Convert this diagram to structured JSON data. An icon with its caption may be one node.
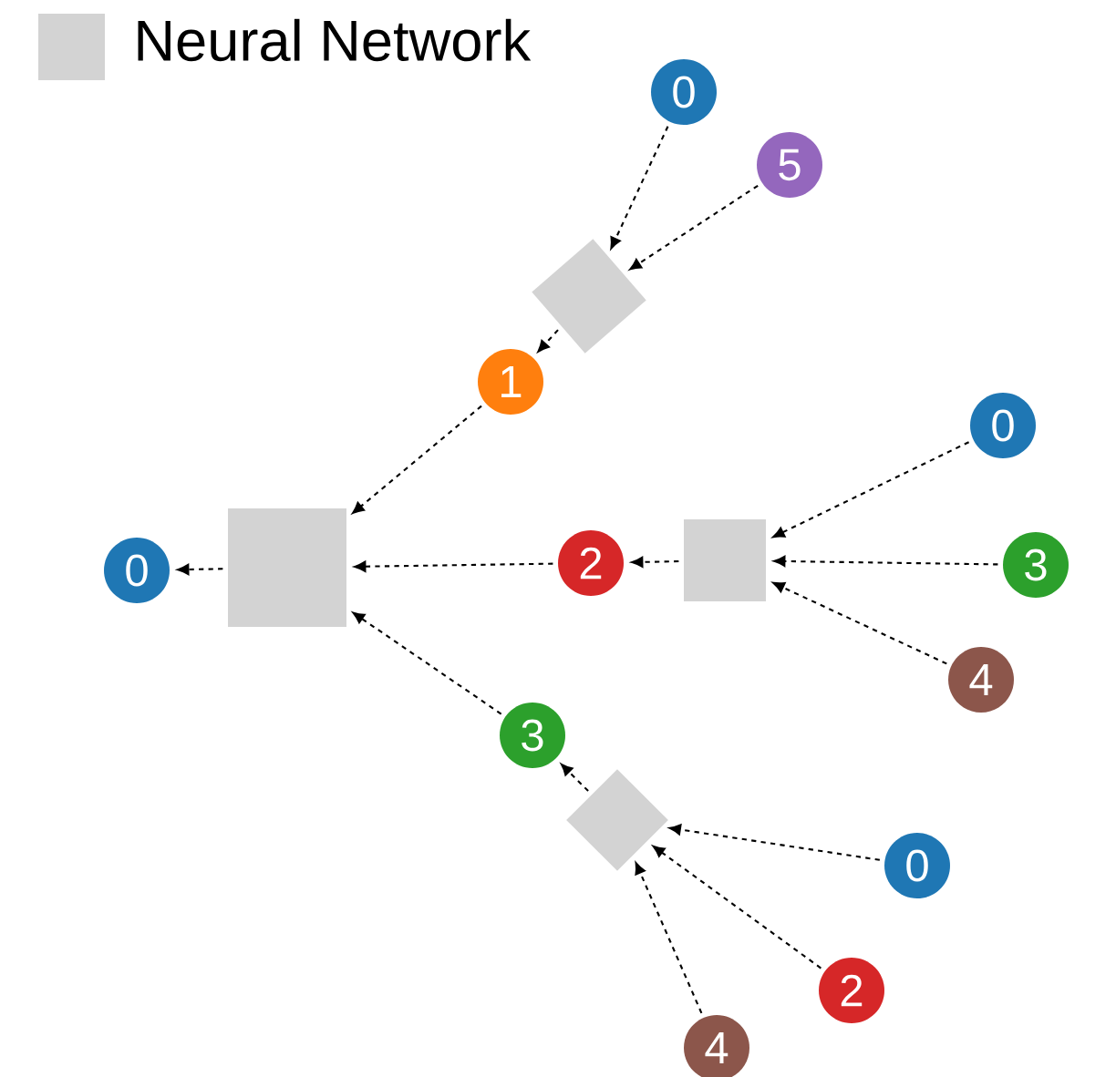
{
  "diagram": {
    "nodes": [
      {
        "text": [
          "0"
        ]
      },
      {
        "text": [],
        "shape": "box"
      },
      {
        "text": [
          "1"
        ]
      },
      {
        "text": [],
        "shape": "diamond"
      },
      {
        "text": [
          "0"
        ]
      },
      {
        "text": [
          "5"
        ]
      },
      {
        "text": [
          "2"
        ]
      },
      {
        "text": [],
        "shape": "box"
      },
      {
        "text": [
          "0"
        ]
      },
      {
        "text": [
          "3"
        ]
      },
      {
        "text": [
          "4"
        ]
      },
      {
        "text": [
          "3"
        ]
      },
      {
        "text": [],
        "shape": "diamond"
      },
      {
        "text": [
          "0"
        ]
      },
      {
        "text": [
          "2"
        ]
      },
      {
        "text": [
          "4"
        ]
      }
    ],
    "edges": [
      {
        "from": 1,
        "to": 0,
        "arrow": "to",
        "style": "dashed"
      },
      {
        "from": 2,
        "to": 1,
        "arrow": "to",
        "style": "dashed"
      },
      {
        "from": 3,
        "to": 2,
        "arrow": "to",
        "style": "dashed"
      },
      {
        "from": 4,
        "to": 3,
        "arrow": "to",
        "style": "dashed"
      },
      {
        "from": 5,
        "to": 3,
        "arrow": "to",
        "style": "dashed"
      },
      {
        "from": 6,
        "to": 1,
        "arrow": "to",
        "style": "dashed"
      },
      {
        "from": 7,
        "to": 6,
        "arrow": "to",
        "style": "dashed"
      },
      {
        "from": 8,
        "to": 7,
        "arrow": "to",
        "style": "dashed"
      },
      {
        "from": 9,
        "to": 7,
        "arrow": "to",
        "style": "dashed"
      },
      {
        "from": 10,
        "to": 7,
        "arrow": "to",
        "style": "dashed"
      },
      {
        "from": 11,
        "to": 1,
        "arrow": "to",
        "style": "dashed"
      },
      {
        "from": 12,
        "to": 11,
        "arrow": "to",
        "style": "dashed"
      },
      {
        "from": 13,
        "to": 12,
        "arrow": "to",
        "style": "dashed"
      },
      {
        "from": 14,
        "to": 12,
        "arrow": "to",
        "style": "dashed"
      },
      {
        "from": 15,
        "to": 12,
        "arrow": "to",
        "style": "dashed"
      }
    ],
    "legend": [
      {
        "text": "Neural Network",
        "color": "#d3d3d3"
      }
    ]
  }
}
